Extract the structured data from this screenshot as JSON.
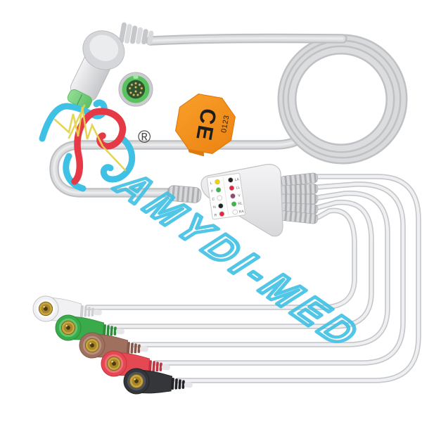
{
  "product": {
    "type": "5-lead ECG trunk cable with snap lead wires",
    "watermark_text": "AMYDI-MED",
    "registered_symbol": "®",
    "ce_tag": {
      "mark": "CE",
      "notified_body_number": "0123",
      "tag_hex": "#f5921d"
    },
    "trunk_connector": {
      "tip_hex": "#7cd07f",
      "body_hex": "#d9dadc"
    },
    "round_connector": {
      "ring_hex": "#58c35e",
      "face_hex": "#2d5530",
      "pin_hex": "#d8be72",
      "pin_count": 11
    },
    "cable_hex": "#d6d7d9",
    "watermark_hex": "#3fc0e4",
    "logo_colors": {
      "cyan": "#3ec1e5",
      "red": "#e63946",
      "yellow": "#e3d34f"
    },
    "splitter_label": {
      "rows": [
        {
          "iec": "L",
          "iec_hex": "#f2d400",
          "aha": "LA",
          "aha_hex": "#232323"
        },
        {
          "iec": "F",
          "iec_hex": "#3cb54a",
          "aha": "LL",
          "aha_hex": "#e8273d"
        },
        {
          "iec": "C",
          "iec_hex": "#ffffff",
          "aha": "V",
          "aha_hex": "#8d4a75"
        },
        {
          "iec": "N",
          "iec_hex": "#232323",
          "aha": "RL",
          "aha_hex": "#3cb54a"
        },
        {
          "iec": "R",
          "iec_hex": "#e8273d",
          "aha": "RA",
          "aha_hex": "#ffffff"
        }
      ]
    },
    "leads": [
      {
        "name": "white",
        "hex": "#f1f1f3",
        "dark_hex": "#cfcfd3",
        "inner_hex": "#fbfbfc"
      },
      {
        "name": "green",
        "hex": "#3aab4a",
        "dark_hex": "#2e8c3c",
        "inner_hex": "#63c66f"
      },
      {
        "name": "brown",
        "hex": "#a0705f",
        "dark_hex": "#86584a",
        "inner_hex": "#b88e7c"
      },
      {
        "name": "red",
        "hex": "#e34853",
        "dark_hex": "#c23440",
        "inner_hex": "#ef6f77"
      },
      {
        "name": "black",
        "hex": "#35363a",
        "dark_hex": "#222327",
        "inner_hex": "#52535a"
      }
    ]
  }
}
